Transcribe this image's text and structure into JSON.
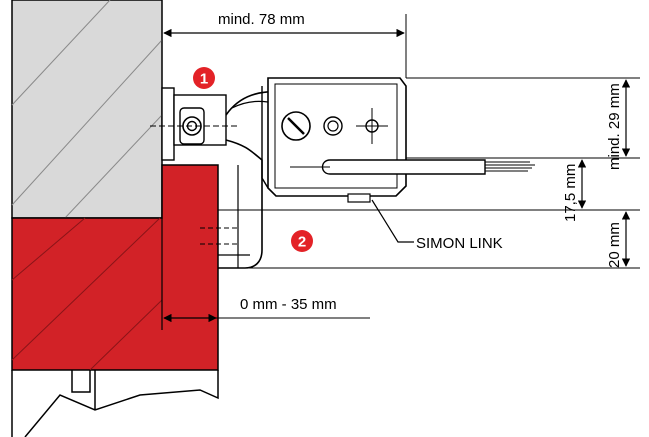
{
  "labels": {
    "top_dimension": "mind. 78 mm",
    "side_clearance": "0 mm - 35 mm",
    "right_upper": "mind. 29 mm",
    "right_middle": "17,5 mm",
    "right_lower": "20 mm",
    "product": "SIMON LINK"
  },
  "markers": [
    {
      "number": "1"
    },
    {
      "number": "2"
    }
  ],
  "colors": {
    "wall_gray": "#d9d9d9",
    "wall_red": "#d22227",
    "marker_red": "#e32227",
    "line": "#000000"
  }
}
